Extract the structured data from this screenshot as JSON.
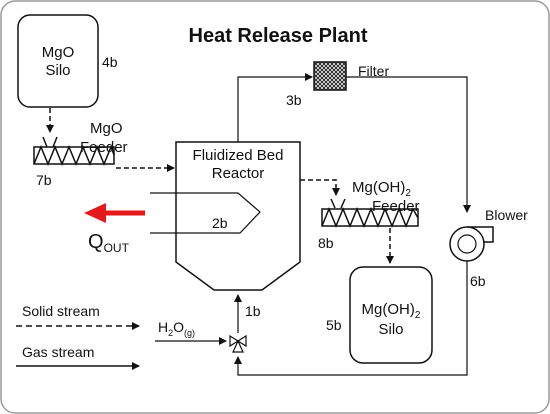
{
  "title": "Heat Release Plant",
  "mgo_silo": {
    "line1": "MgO",
    "line2": "Silo",
    "id": "4b"
  },
  "mgo_feeder": {
    "line1": "MgO",
    "line2": "Feeder",
    "id": "7b"
  },
  "reactor": {
    "line1": "Fluidized Bed",
    "line2": "Reactor",
    "hx_id": "2b",
    "inlet_id": "1b"
  },
  "filter": {
    "label": "Filter",
    "id": "3b"
  },
  "mgoh_feeder": {
    "line1_base": "Mg(OH)",
    "line1_sub": "2",
    "line2": "Feeder",
    "id": "8b"
  },
  "mgoh_silo": {
    "line1_base": "Mg(OH)",
    "line1_sub": "2",
    "line2": "Silo",
    "id": "5b"
  },
  "blower": {
    "label": "Blower",
    "id": "6b"
  },
  "heat_out": {
    "base": "Q",
    "sub": "OUT"
  },
  "steam": {
    "base": "H",
    "sub1": "2",
    "mid": "O",
    "sub2": "(g)"
  },
  "legend": {
    "solid": "Solid stream",
    "gas": "Gas stream"
  },
  "colors": {
    "heat_arrow": "#e3191b",
    "stroke": "#111111",
    "frame": "#9a9a9a"
  }
}
